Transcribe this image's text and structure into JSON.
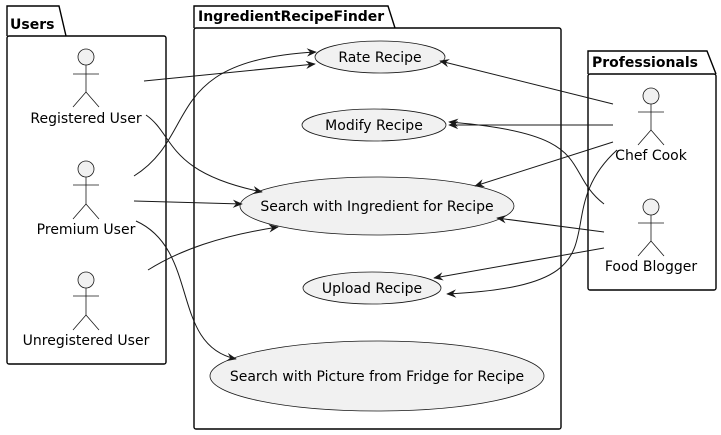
{
  "packages": {
    "users": "Users",
    "finder": "IngredientRecipeFinder",
    "professionals": "Professionals"
  },
  "actors": {
    "registered": "Registered User",
    "premium": "Premium User",
    "unregistered": "Unregistered User",
    "chef": "Chef Cook",
    "blogger": "Food Blogger"
  },
  "usecases": {
    "rate": "Rate Recipe",
    "modify": "Modify Recipe",
    "search_ingredient": "Search with Ingredient for Recipe",
    "upload": "Upload Recipe",
    "search_picture": "Search with Picture from Fridge for Recipe"
  },
  "colors": {
    "element_fill": "#f1f1f1",
    "stroke": "#181818",
    "package_fill": "#ffffff"
  }
}
